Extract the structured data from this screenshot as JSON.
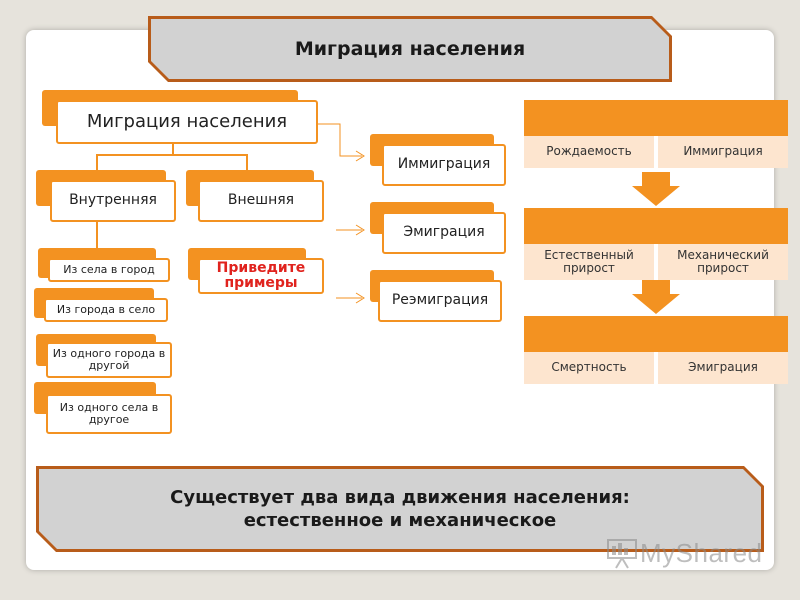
{
  "header": {
    "title": "Миграция населения"
  },
  "tree": {
    "root": "Миграция населения",
    "internal": {
      "label": "Внутренняя",
      "items": [
        "Из села в город",
        "Из города в село",
        "Из одного города в другой",
        "Из одного села в другое"
      ]
    },
    "external": {
      "label": "Внешняя",
      "note": "Приведите примеры"
    },
    "types": [
      "Иммиграция",
      "Эмиграция",
      "Реэмиграция"
    ]
  },
  "panels": [
    {
      "left": "Рождаемость",
      "right": "Иммиграция"
    },
    {
      "left": "Естественный прирост",
      "right": "Механический прирост"
    },
    {
      "left": "Смертность",
      "right": "Эмиграция"
    }
  ],
  "footer": {
    "line1": "Существует два вида движения населения:",
    "line2": "естественное и механическое"
  },
  "logo": {
    "text": "MyShared"
  },
  "colors": {
    "accent": "#f39221",
    "border": "#b85c1a",
    "banner": "#d2d2d2",
    "note": "#e0231e"
  }
}
